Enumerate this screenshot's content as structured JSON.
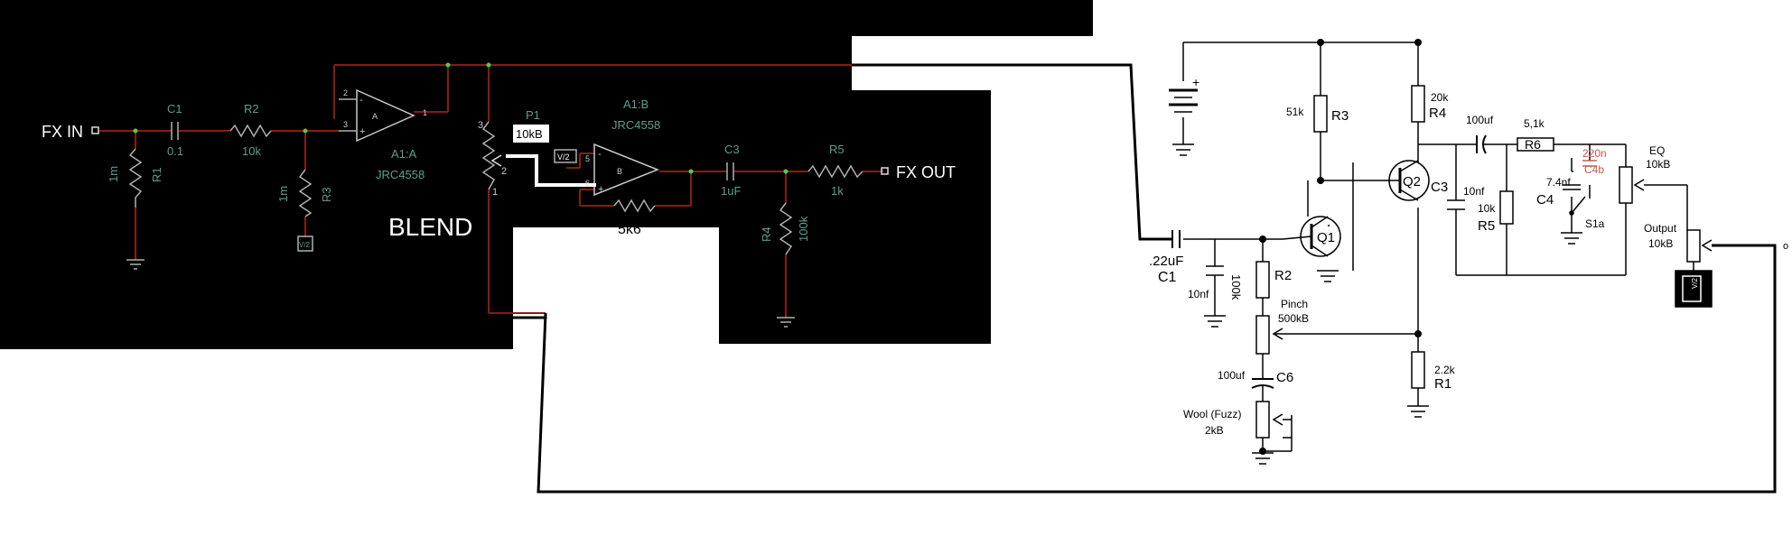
{
  "colors": {
    "left_bg": "#000000",
    "wire_left": "#8a1b12",
    "label_teal": "#5f9c8f",
    "node_green": "#5ac84a",
    "wire_right": "#000000",
    "callout_red": "#c25a4c"
  },
  "left_panel": {
    "fx_in": "FX IN",
    "fx_out": "FX OUT",
    "blend": "BLEND",
    "c1_name": "C1",
    "c1_value": "0.1",
    "r2_name": "R2",
    "r2_value": "10k",
    "r1_name": "R1",
    "r1_value": "1m",
    "r3_name": "R3",
    "r3_value": "1m",
    "vref_tag": "V/2",
    "op_a_name": "A1:A",
    "op_a_part": "JRC4558",
    "op_a_letter": "A",
    "op_b_name": "A1:B",
    "op_b_part": "JRC4558",
    "op_b_letter": "B",
    "p1_name": "P1",
    "p1_value": "10kB",
    "pot_pin1": "1",
    "pot_pin2": "2",
    "pot_pin3": "3",
    "pin_2": "2",
    "pin_3": "3",
    "pin_1": "1",
    "pin_5": "5",
    "pin_6": "6",
    "minus": "-",
    "plus": "+",
    "feedback_value": "5k6",
    "c3_name": "C3",
    "c3_value": "1uF",
    "r5_name": "R5",
    "r5_value": "1k",
    "r4_name": "R4",
    "r4_value": "100k"
  },
  "right_panel": {
    "c1_value": ".22uF",
    "c1_name": "C1",
    "cap_10nf": "10nf",
    "r2_value": "100k",
    "r2_name": "R2",
    "q1": "Q1",
    "q2": "Q2",
    "r3_value": "51k",
    "r3_name": "R3",
    "r4_value": "20k",
    "r4_name": "R4",
    "c3_value": "10nf",
    "c3_name": "C3",
    "cap_100uf": "100uf",
    "r6_value": "5,1k",
    "r6_name": "R6",
    "r5_value": "10k",
    "r5_name": "R5",
    "c4_value": "7.4nf",
    "c4_name": "C4",
    "c4b_value": "220n",
    "c4b_name": "C4b",
    "s1a": "S1a",
    "eq_name": "EQ",
    "eq_value": "10kB",
    "output_name": "Output",
    "output_value": "10kB",
    "vref_tag": "V/2",
    "pinch_name": "Pinch",
    "pinch_value": "500kB",
    "c6_value": "100uf",
    "c6_name": "C6",
    "wool_name": "Wool (Fuzz)",
    "wool_value": "2kB",
    "r1_value": "2.2k",
    "r1_name": "R1",
    "plus": "+",
    "terminal": "o"
  }
}
